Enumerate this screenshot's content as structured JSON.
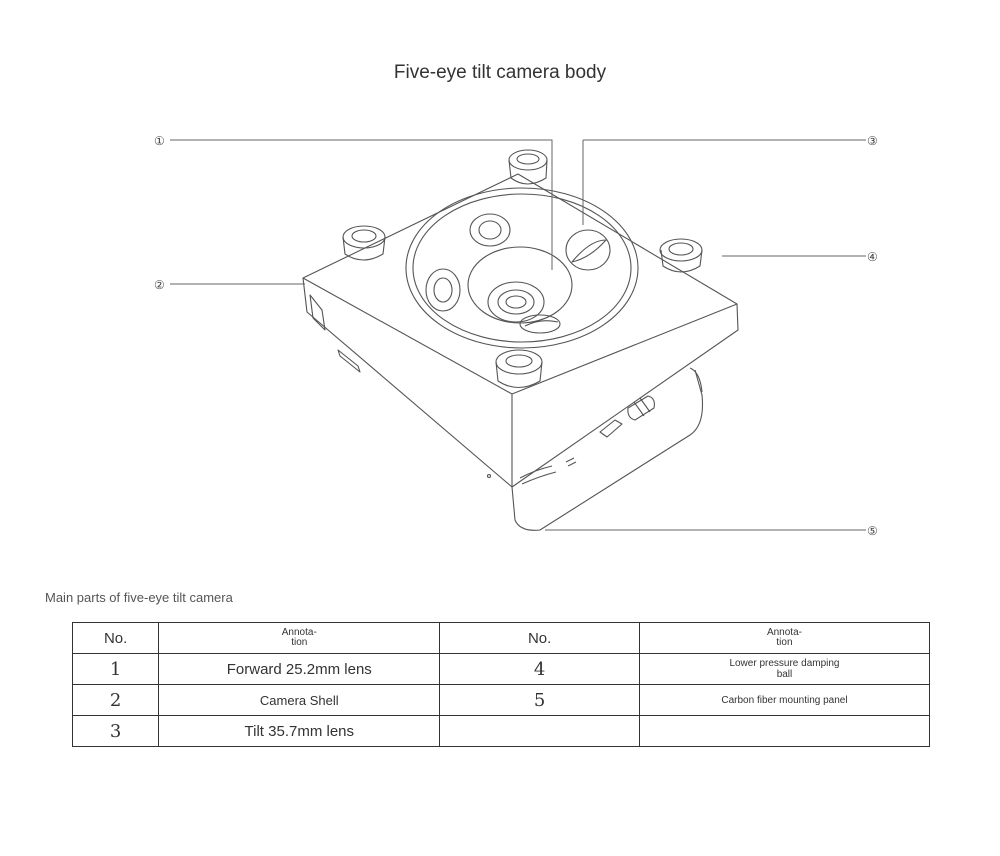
{
  "title": "Five-eye tilt camera body",
  "callouts": [
    "①",
    "②",
    "③",
    "④",
    "⑤"
  ],
  "caption": "Main parts of five-eye tilt camera",
  "table": {
    "header_no": "No.",
    "header_annotation": "Annota-\ntion",
    "rows": [
      {
        "no1": "1",
        "ann1": "Forward 25.2mm lens",
        "no2": "4",
        "ann2": "Lower pressure damping\nball"
      },
      {
        "no1": "2",
        "ann1": "Camera Shell",
        "no2": "5",
        "ann2": "Carbon fiber mounting panel"
      },
      {
        "no1": "3",
        "ann1": "Tilt 35.7mm lens",
        "no2": "",
        "ann2": ""
      }
    ]
  }
}
